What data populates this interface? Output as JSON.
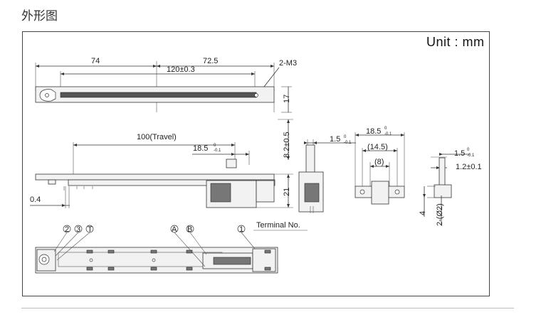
{
  "heading": "外形图",
  "unit": "Unit : mm",
  "dims": {
    "left_len": "74",
    "right_len": "72.5",
    "center": "120±0.3",
    "mount": "2-M3",
    "height17": "17",
    "travel": "100(Travel)",
    "offset_185": "18.5",
    "offset_185_tol_top": "0",
    "offset_185_tol_bot": "-0.1",
    "height82": "8.2±0.5",
    "height21": "21",
    "thick04": "0.4",
    "knob_15": "1.5",
    "knob_15_tol_top": "0",
    "knob_15_tol_bot": "-0.1",
    "width185": "18.5",
    "width185_tol_top": "0",
    "width185_tol_bot": "-0.1",
    "width145": "(14.5)",
    "width8": "(8)",
    "side_15": "1.5",
    "side_15_tol_top": "0",
    "side_15_tol_bot": "-0.1",
    "side_12": "1.2±0.1",
    "depth4": "4",
    "pin2": "2-(Ø2)"
  },
  "terminals": {
    "t2": "2",
    "t3": "3",
    "tT": "T",
    "tA": "A",
    "tB": "B",
    "t1": "1",
    "label": "Terminal No."
  }
}
